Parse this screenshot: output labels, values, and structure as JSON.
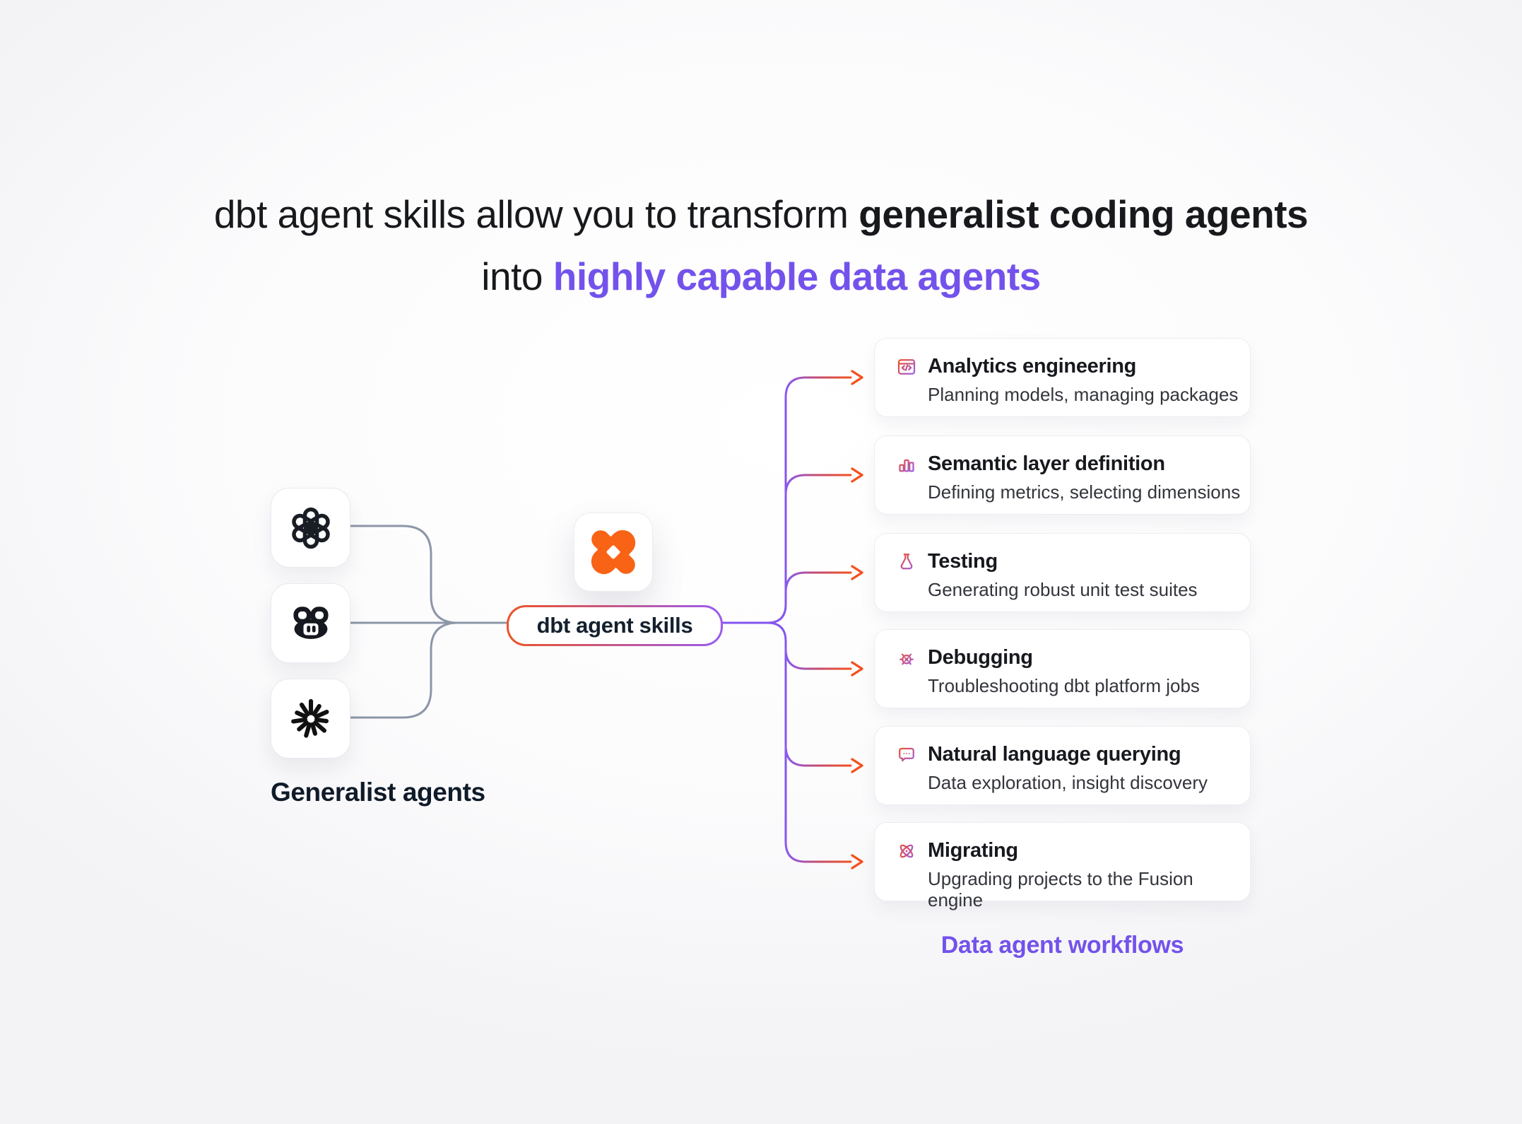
{
  "title": {
    "line1_regular": "dbt agent skills allow you to transform ",
    "line1_bold": "generalist coding agents",
    "line2_regular": "into ",
    "line2_accent": "highly capable data agents"
  },
  "generalist": {
    "label": "Generalist agents",
    "agents": [
      {
        "name": "ChatGPT",
        "icon": "openai-logo-icon"
      },
      {
        "name": "GitHub Copilot",
        "icon": "copilot-logo-icon"
      },
      {
        "name": "Claude",
        "icon": "claude-logo-icon"
      }
    ]
  },
  "hub": {
    "logo_icon": "dbt-logo-icon",
    "pill_label": "dbt agent skills"
  },
  "workflows": {
    "label": "Data agent workflows",
    "cards": [
      {
        "icon": "code-window-icon",
        "title": "Analytics engineering",
        "subtitle": "Planning models, managing packages"
      },
      {
        "icon": "bar-chart-icon",
        "title": "Semantic layer definition",
        "subtitle": "Defining metrics, selecting dimensions"
      },
      {
        "icon": "flask-icon",
        "title": "Testing",
        "subtitle": "Generating robust unit test suites"
      },
      {
        "icon": "bug-icon",
        "title": "Debugging",
        "subtitle": "Troubleshooting dbt platform jobs"
      },
      {
        "icon": "chat-bubble-icon",
        "title": "Natural language querying",
        "subtitle": "Data exploration, insight discovery"
      },
      {
        "icon": "atom-icon",
        "title": "Migrating",
        "subtitle": "Upgrading projects to the Fusion engine"
      }
    ]
  },
  "colors": {
    "accent_purple": "#7352EC",
    "accent_orange": "#F4511E",
    "pill_gradient_start": "#EE5226",
    "pill_gradient_end": "#9A5CF0",
    "connector_gray": "#8D96A8",
    "dbt_orange": "#F96316",
    "text_dark": "#16202E"
  }
}
